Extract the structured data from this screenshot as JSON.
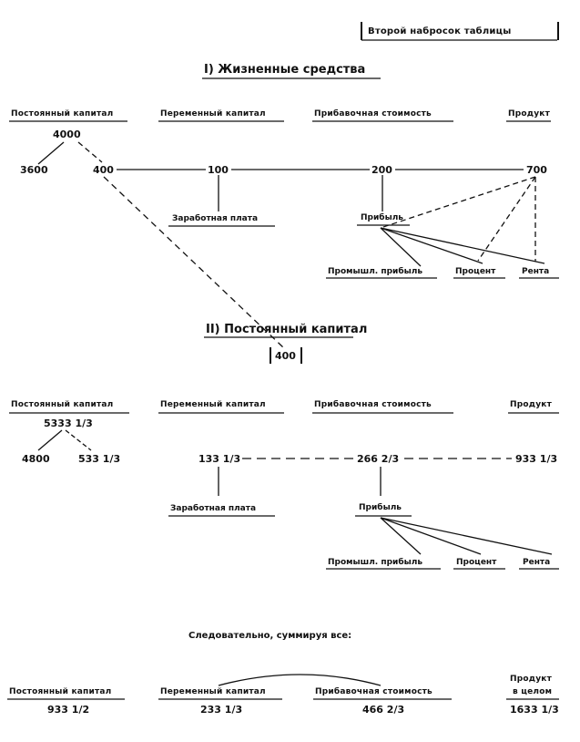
{
  "header_note": "Второй набросок таблицы",
  "section1": {
    "title": "I) Жизненные средства",
    "cols": {
      "constant": "Постоянный капитал",
      "variable": "Переменный капитал",
      "surplus": "Прибавочная стоимость",
      "product": "Продукт"
    },
    "values": {
      "total_constant": "4000",
      "const_left": "3600",
      "const_right": "400",
      "variable": "100",
      "surplus": "200",
      "product": "700"
    },
    "labels": {
      "wages": "Заработная плата",
      "profit": "Прибыль",
      "industrial_profit": "Промышл. прибыль",
      "interest": "Процент",
      "rent": "Рента"
    }
  },
  "section2": {
    "title": "II) Постоянный капитал",
    "bracket_value": "400",
    "cols": {
      "constant": "Постоянный капитал",
      "variable": "Переменный капитал",
      "surplus": "Прибавочная стоимость",
      "product": "Продукт"
    },
    "values": {
      "total_constant": "5333 1/3",
      "const_left": "4800",
      "const_right": "533 1/3",
      "variable": "133 1/3",
      "surplus": "266 2/3",
      "product": "933 1/3"
    },
    "labels": {
      "wages": "Заработная плата",
      "profit": "Прибыль",
      "industrial_profit": "Промышл. прибыль",
      "interest": "Процент",
      "rent": "Рента"
    }
  },
  "summary": {
    "intro": "Следовательно, суммируя все:",
    "cols": {
      "constant": "Постоянный капитал",
      "variable": "Переменный капитал",
      "surplus": "Прибавочная стоимость",
      "product_line1": "Продукт",
      "product_line2": "в целом"
    },
    "values": {
      "constant": "933 1/2",
      "variable": "233 1/3",
      "surplus": "466 2/3",
      "product": "1633 1/3"
    }
  }
}
